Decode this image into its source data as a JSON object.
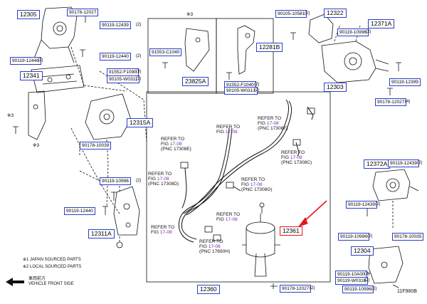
{
  "parts": {
    "p12305": "12305",
    "p90178_12027_top": "90178-12027",
    "p90119_12439_top": "90119-12439",
    "p90119_12440_a": "90119-12440",
    "p90119_12440_b": "90119-12440",
    "p12341": "12341",
    "p91552_f1090": "91552-F1090",
    "p90105_w0311": "90105-W0311",
    "p91553_c1040": "91553-C1040",
    "p23825a": "23825A",
    "p12281b": "12281B",
    "p91552_f1040": "91552-F1040",
    "p90105_w0313": "90105-W0313",
    "p12315a": "12315A",
    "p90178_10039": "90178-10039",
    "p90119_10996_a": "90119-10996",
    "p90119_12440_c": "90119-12440",
    "p12311a": "12311A",
    "p90105_10581": "90105-10581",
    "p12322": "12322",
    "p90119_10996_b": "90119-10996",
    "p12371a": "12371A",
    "p90119_12399": "90119-12399",
    "p12303": "12303",
    "p90178_12027_b": "90178-12027",
    "p12372a": "12372A",
    "p90119_12439_b": "90119-12439",
    "p90119_12439_c": "90119-12439",
    "p90119_10996_c": "90119-10996",
    "p90178_10035": "90178-10035",
    "p12304": "12304",
    "p90119_10a00": "90119-10A00",
    "p90119_w0318": "90119-W0318",
    "p90119_10996_d": "90119-10996",
    "p12361": "12361",
    "p12360": "12360",
    "p90178_12027_c": "90178-12027"
  },
  "qty": {
    "q2": "(2)",
    "q3": "(3)",
    "q4": "(4)"
  },
  "marks": {
    "m3": "※3",
    "m3b": "※3",
    "m3c": "※3"
  },
  "refers": [
    {
      "l1": "REFER TO",
      "l2": "FIG ",
      "fig": "17-08",
      "l3": "(PNC 17308E)"
    },
    {
      "l1": "REFER TO",
      "l2": "FIG ",
      "fig": "17-08",
      "l3": ""
    },
    {
      "l1": "REFER TO",
      "l2": "FIG ",
      "fig": "17-08",
      "l3": "(PNC 17308F)"
    },
    {
      "l1": "REFER TO",
      "l2": "FIG ",
      "fig": "17-08",
      "l3": "(PNC 17308C)"
    },
    {
      "l1": "REFER TO",
      "l2": "FIG ",
      "fig": "17-08",
      "l3": "(PNC 17308D)"
    },
    {
      "l1": "REFER TO",
      "l2": "FIG ",
      "fig": "17-08",
      "l3": "(PNC 17308G)"
    },
    {
      "l1": "REFER TO",
      "l2": "FIG ",
      "fig": "17-08",
      "l3": ""
    },
    {
      "l1": "REFER TO",
      "l2": "FIG ",
      "fig": "17-08",
      "l3": ""
    },
    {
      "l1": "REFER TO",
      "l2": "FIG ",
      "fig": "17-08",
      "l3": "(PNC 17650H)"
    }
  ],
  "notes": {
    "n1": "※1 JAPAN SOURCED PARTS",
    "n2": "※2 LOCAL SOURCED PARTS",
    "front_jp": "車両前方",
    "front_en": "VEHICLE FRONT SIDE",
    "fig_id": "11F980B"
  },
  "colors": {
    "box_border": "#2a40c8",
    "highlight": "#e0181e",
    "fig_ref": "#7a2ab0"
  }
}
